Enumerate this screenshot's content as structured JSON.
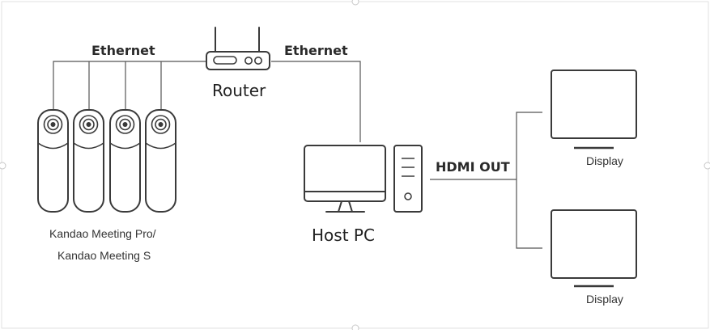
{
  "labels": {
    "ethernet_left": "Ethernet",
    "ethernet_right": "Ethernet",
    "router": "Router",
    "camera_line1": "Kandao Meeting Pro/",
    "camera_line2": "Kandao Meeting S",
    "host_pc": "Host PC",
    "hdmi_out": "HDMI OUT",
    "display_top": "Display",
    "display_bottom": "Display"
  },
  "icons": {
    "router": "router-icon",
    "camera": "camera-icon",
    "monitor": "monitor-icon",
    "tower": "pc-tower-icon",
    "display": "display-icon"
  },
  "colors": {
    "stroke": "#3a3a3a",
    "line": "#555555",
    "text": "#222222",
    "fill": "#ffffff"
  }
}
